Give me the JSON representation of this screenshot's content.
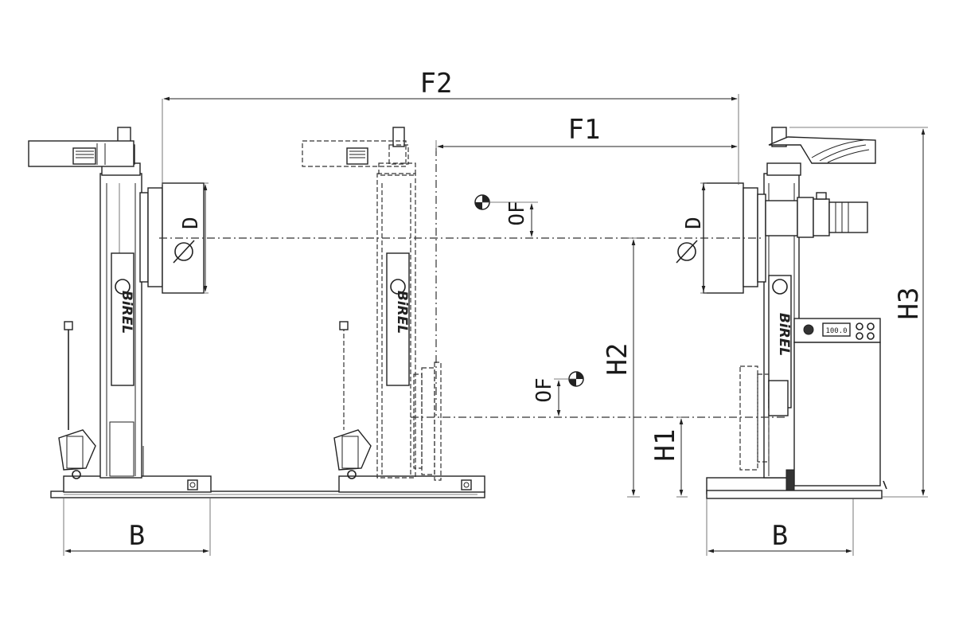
{
  "labels": {
    "f2": "F2",
    "f1": "F1",
    "h3": "H3",
    "h2": "H2",
    "h1": "H1",
    "b_left": "B",
    "b_right": "B",
    "d_left": "D",
    "d_right": "D",
    "of_upper": "OF",
    "of_lower": "OF",
    "brand_left": "BiREL",
    "brand_middle": "BiREL",
    "panel_display": "100.0"
  }
}
